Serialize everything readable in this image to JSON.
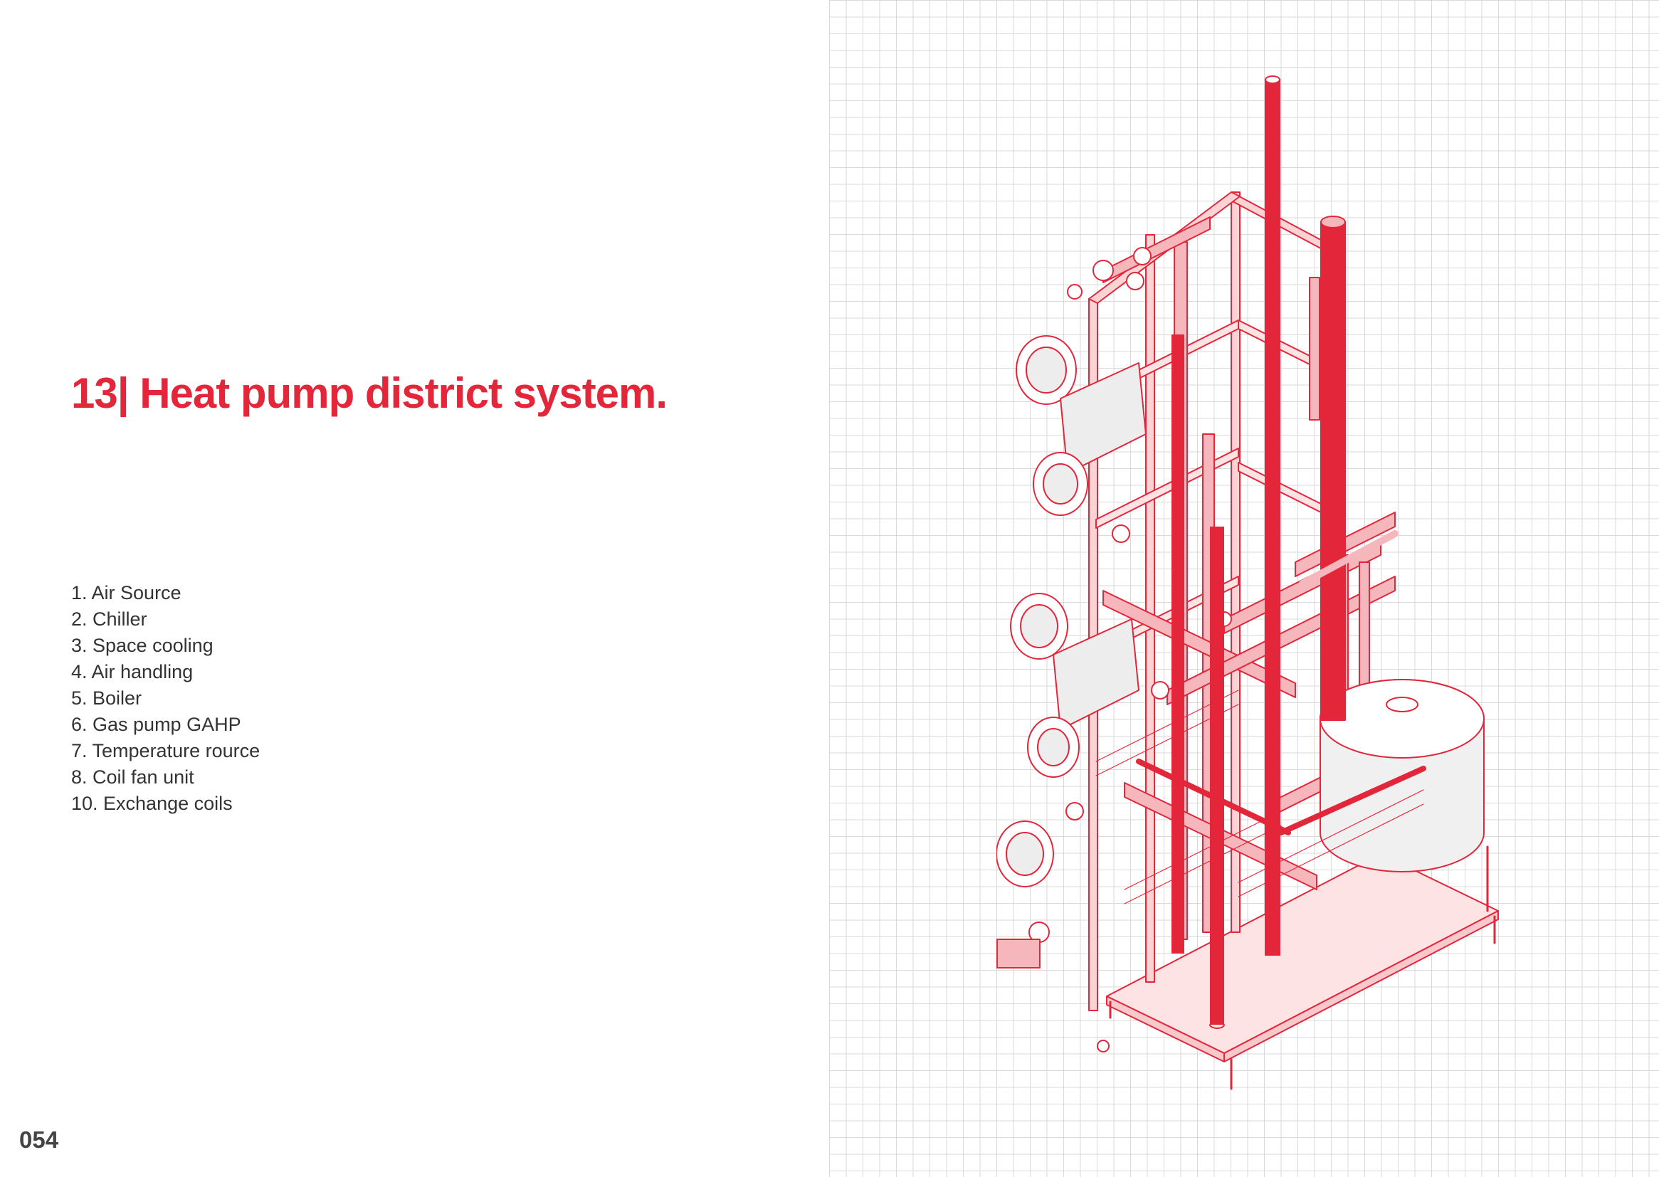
{
  "title": "13| Heat pump district system.",
  "colors": {
    "accent": "#e3263a",
    "accent_light": "#f5b7bb",
    "accent_fill": "#fde3e4",
    "text": "#333333",
    "grid": "#d9d9d9"
  },
  "legend": [
    "1. Air Source",
    "2. Chiller",
    "3. Space cooling",
    "4. Air handling",
    "5. Boiler",
    "6. Gas pump GAHP",
    "7. Temperature rource",
    "8. Coil fan unit",
    "10. Exchange coils"
  ],
  "page_number": "054"
}
